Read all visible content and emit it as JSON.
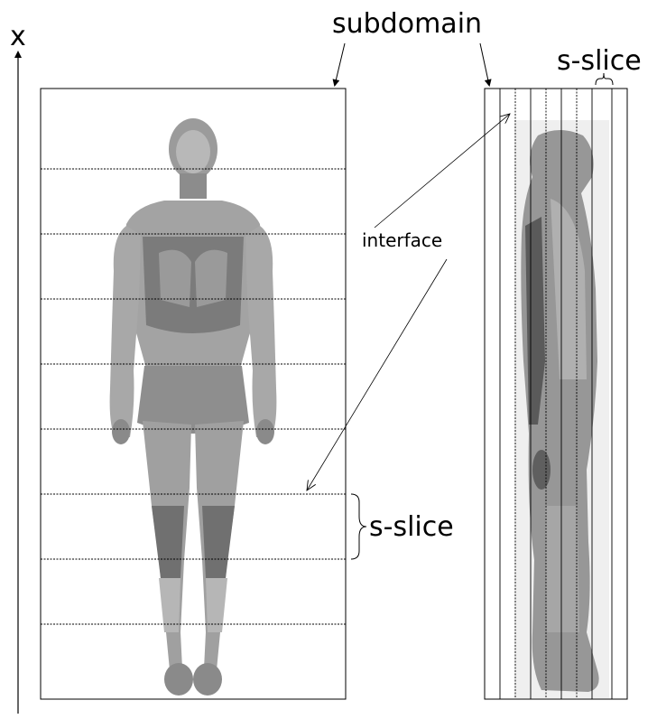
{
  "labels": {
    "axis": "x",
    "subdomain": "subdomain",
    "interface": "interface",
    "s_slice_top": "s-slice",
    "s_slice_mid": "s-slice"
  },
  "colors": {
    "line": "#000000",
    "body_fill": "#a8a8a8",
    "body_dark": "#6f6f6f",
    "body_light": "#c8c8c8",
    "side_fill": "#8f8f8f",
    "side_bg": "#efefef"
  }
}
